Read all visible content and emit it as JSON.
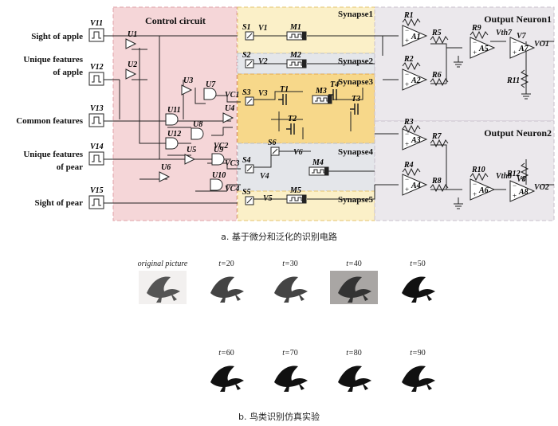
{
  "circuit": {
    "regions": {
      "control": "Control circuit",
      "synapse1": "Synapse1",
      "synapse2": "Synapse2",
      "synapse3": "Synapse3",
      "synapse4": "Synapse4",
      "synapse5": "Synapse5",
      "out1": "Output Neuron1",
      "out2": "Output Neuron2"
    },
    "inputs": [
      {
        "label": "Sight of apple",
        "source": "V11"
      },
      {
        "label": "Unique features of apple",
        "line1": "Unique features",
        "line2": "of apple",
        "source": "V12"
      },
      {
        "label": "Common features",
        "source": "V13"
      },
      {
        "label": "Unique features of pear",
        "line1": "Unique features",
        "line2": "of pear",
        "source": "V14"
      },
      {
        "label": "Sight of pear",
        "source": "V15"
      }
    ],
    "components": {
      "gates": [
        "U1",
        "U2",
        "U3",
        "U4",
        "U5",
        "U6",
        "U7",
        "U8",
        "U9",
        "U10",
        "U11",
        "U12"
      ],
      "switches": [
        "S1",
        "S2",
        "S3",
        "S4",
        "S5",
        "S6"
      ],
      "memristors": [
        "M1",
        "M2",
        "M3",
        "M4",
        "M5"
      ],
      "transistors": [
        "T1",
        "T2",
        "T3",
        "T4"
      ],
      "sources": [
        "V1",
        "V2",
        "V3",
        "V4",
        "V5",
        "V6",
        "V7",
        "V8"
      ],
      "nodes": [
        "VC1",
        "VC2",
        "VC3",
        "VC4"
      ],
      "opamps": [
        "A1",
        "A2",
        "A3",
        "A4",
        "A5",
        "A6",
        "A7",
        "A8"
      ],
      "resistors": [
        "R1",
        "R2",
        "R3",
        "R4",
        "R5",
        "R6",
        "R7",
        "R8",
        "R9",
        "R10",
        "R11",
        "R12"
      ],
      "thresholds": [
        "Vth7",
        "Vth8"
      ],
      "outputs": [
        "VO1",
        "VO2"
      ]
    },
    "caption": "a. 基于微分和泛化的识别电路"
  },
  "experiment": {
    "row1": [
      {
        "prefix": "original picture",
        "t": ""
      },
      {
        "prefix": "t=",
        "t": "20"
      },
      {
        "prefix": "t=",
        "t": "30"
      },
      {
        "prefix": "t=",
        "t": "40"
      },
      {
        "prefix": "t=",
        "t": "50"
      }
    ],
    "row2": [
      {
        "prefix": "t=",
        "t": "60"
      },
      {
        "prefix": "t=",
        "t": "70"
      },
      {
        "prefix": "t=",
        "t": "80"
      },
      {
        "prefix": "t=",
        "t": "90"
      }
    ],
    "caption": "b. 鸟类识别仿真实验"
  },
  "colors": {
    "control": "#f5d6d8",
    "synapse_light": "#fbf0c8",
    "synapse3": "#f7d88a",
    "synapse_gray": "#e4e6ea",
    "neuron": "#ebe8ec",
    "border": "#d9a0a5"
  }
}
